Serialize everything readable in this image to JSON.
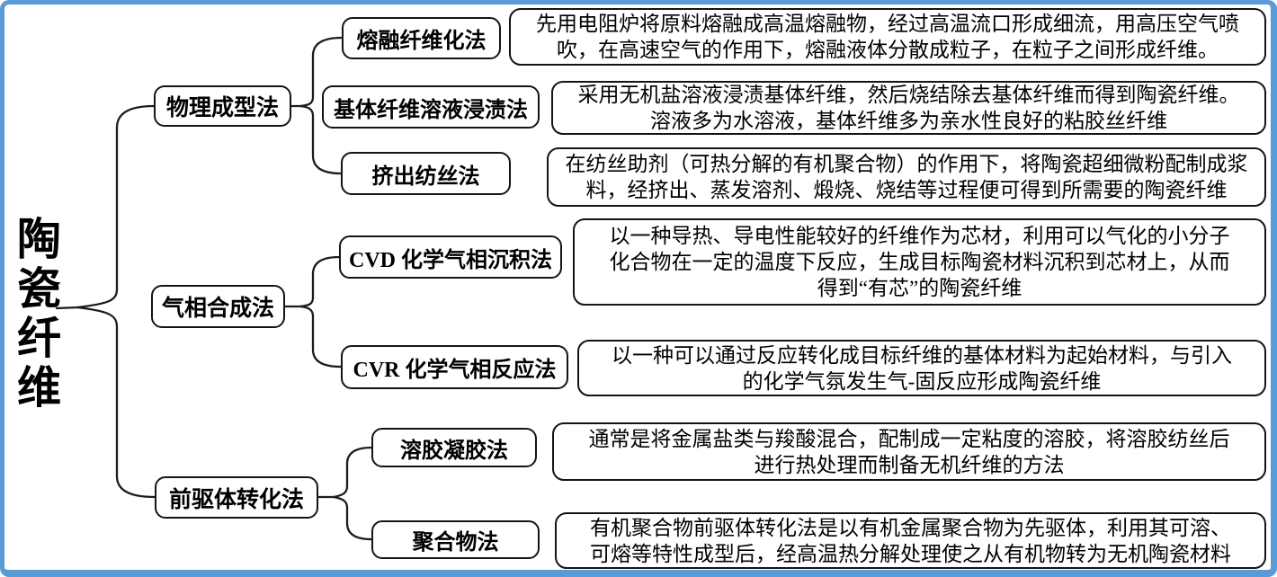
{
  "root": {
    "label": "陶瓷纤维"
  },
  "colors": {
    "frame_blue": "#5B9BD5",
    "line_black": "#1c1c1c",
    "box_background": "#ffffff",
    "text_black": "#000000"
  },
  "branches": [
    {
      "label": "物理成型法",
      "children": [
        {
          "label": "熔融纤维化法",
          "description": "先用电阻炉将原料熔融成高温熔融物，经过高温流口形成细流，用高压空气喷\n吹，在高速空气的作用下，熔融液体分散成粒子，在粒子之间形成纤维。"
        },
        {
          "label": "基体纤维溶液浸渍法",
          "description": "采用无机盐溶液浸渍基体纤维，然后烧结除去基体纤维而得到陶瓷纤维。\n溶液多为水溶液，基体纤维多为亲水性良好的粘胶丝纤维"
        },
        {
          "label": "挤出纺丝法",
          "description": "在纺丝助剂（可热分解的有机聚合物）的作用下，将陶瓷超细微粉配制成浆\n料，经挤出、蒸发溶剂、煅烧、烧结等过程便可得到所需要的陶瓷纤维"
        }
      ]
    },
    {
      "label": "气相合成法",
      "children": [
        {
          "label": "CVD 化学气相沉积法",
          "description": "以一种导热、导电性能较好的纤维作为芯材，利用可以气化的小分子\n化合物在一定的温度下反应，生成目标陶瓷材料沉积到芯材上，从而\n得到“有芯”的陶瓷纤维"
        },
        {
          "label": "CVR 化学气相反应法",
          "description": "以一种可以通过反应转化成目标纤维的基体材料为起始材料，与引入\n的化学气氛发生气-固反应形成陶瓷纤维"
        }
      ]
    },
    {
      "label": "前驱体转化法",
      "children": [
        {
          "label": "溶胶凝胶法",
          "description": "通常是将金属盐类与羧酸混合，配制成一定粘度的溶胶，将溶胶纺丝后\n进行热处理而制备无机纤维的方法"
        },
        {
          "label": "聚合物法",
          "description": "有机聚合物前驱体转化法是以有机金属聚合物为先驱体，利用其可溶、\n可熔等特性成型后，经高温热分解处理使之从有机物转为无机陶瓷材料"
        }
      ]
    }
  ]
}
